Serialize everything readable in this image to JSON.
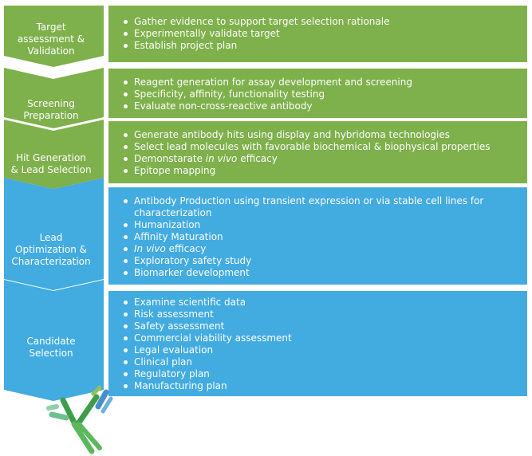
{
  "colors": {
    "green": "#7eb04b",
    "blue": "#42abe0"
  },
  "stages": [
    {
      "label_lines": [
        "Target",
        "assessment &",
        "Validation"
      ],
      "items": [
        {
          "text": "Gather evidence to support target selection rationale"
        },
        {
          "text": "Experimentally validate target"
        },
        {
          "text": "Establish project plan"
        }
      ]
    },
    {
      "label_lines": [
        "Screening",
        "Preparation"
      ],
      "items": [
        {
          "text": "Reagent generation for assay development and screening"
        },
        {
          "text": "Specificity, affinity, functionality testing"
        },
        {
          "text": "Evaluate non-cross-reactive antibody"
        }
      ]
    },
    {
      "label_lines": [
        "Hit Generation",
        "& Lead Selection"
      ],
      "items": [
        {
          "text": "Generate antibody hits using display and hybridoma technologies"
        },
        {
          "text": "Select lead molecules with favorable biochemical & biophysical properties"
        },
        {
          "pre": "Demonstarate ",
          "em": "in vivo",
          "post": " efficacy"
        },
        {
          "text": "Epitope mapping"
        }
      ]
    },
    {
      "label_lines": [
        "Lead",
        "Optimization &",
        "Characterization"
      ],
      "items": [
        {
          "text": "Antibody Production using transient expression or via stable cell lines for characterization"
        },
        {
          "text": "Humanization"
        },
        {
          "text": "Affinity Maturation"
        },
        {
          "pre": "",
          "em": "In vivo",
          "post": " efficacy"
        },
        {
          "text": "Exploratory safety study"
        },
        {
          "text": "Biomarker development"
        }
      ]
    },
    {
      "label_lines": [
        "Candidate",
        "Selection"
      ],
      "items": [
        {
          "text": "Examine scientific data"
        },
        {
          "text": "Risk assessment"
        },
        {
          "text": "Safety assessment"
        },
        {
          "text": "Commercial viability assessment"
        },
        {
          "text": "Legal evaluation"
        },
        {
          "text": "Clinical plan"
        },
        {
          "text": "Regulatory plan"
        },
        {
          "text": "Manufacturing plan"
        }
      ]
    }
  ]
}
